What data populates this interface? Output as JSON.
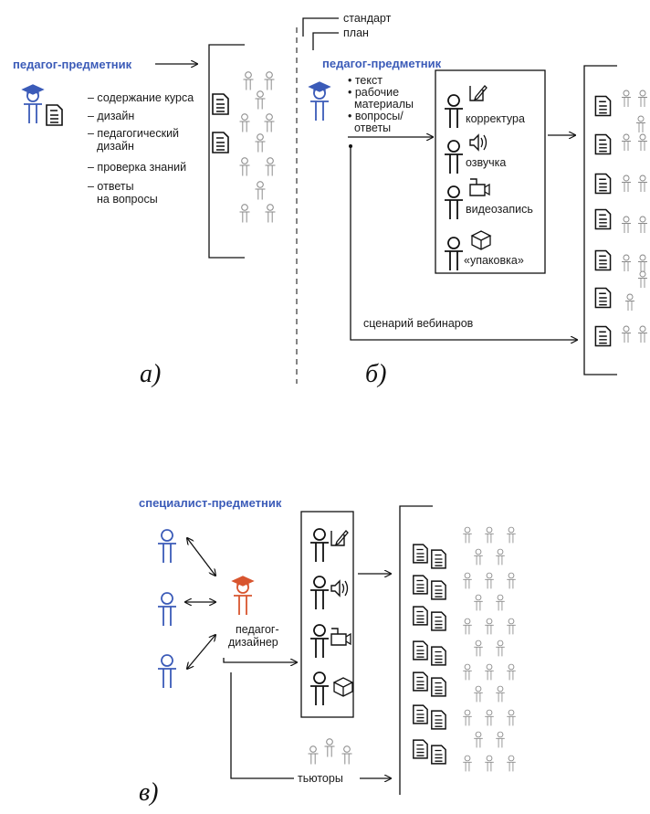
{
  "colors": {
    "teacher": "#3b5bb8",
    "designer": "#d8552f",
    "learner": "#8a8a8a",
    "line": "#111111"
  },
  "panel_a": {
    "title": "педагог-предметник",
    "items": [
      "– содержание курса",
      "– дизайн",
      "– педагогический",
      "дизайн",
      "– проверка знаний",
      "– ответы",
      "на вопросы"
    ],
    "caption": "а)"
  },
  "panel_b": {
    "legend": [
      "стандарт",
      "план"
    ],
    "title": "педагог-предметник",
    "bullets": [
      "• текст",
      "• рабочие",
      "материалы",
      "• вопросы/",
      "ответы"
    ],
    "roles": [
      "корректура",
      "озвучка",
      "видеозапись",
      "«упаковка»"
    ],
    "webinar": "сценарий вебинаров",
    "caption": "б)"
  },
  "panel_c": {
    "title": "специалист-предметник",
    "designer": [
      "педагог-",
      "дизайнер"
    ],
    "tutors": "тьюторы",
    "caption": "в)"
  },
  "icons": [
    "person-icon",
    "graduate-icon",
    "document-icon",
    "pencil-icon",
    "speaker-icon",
    "camera-icon",
    "box-icon"
  ]
}
